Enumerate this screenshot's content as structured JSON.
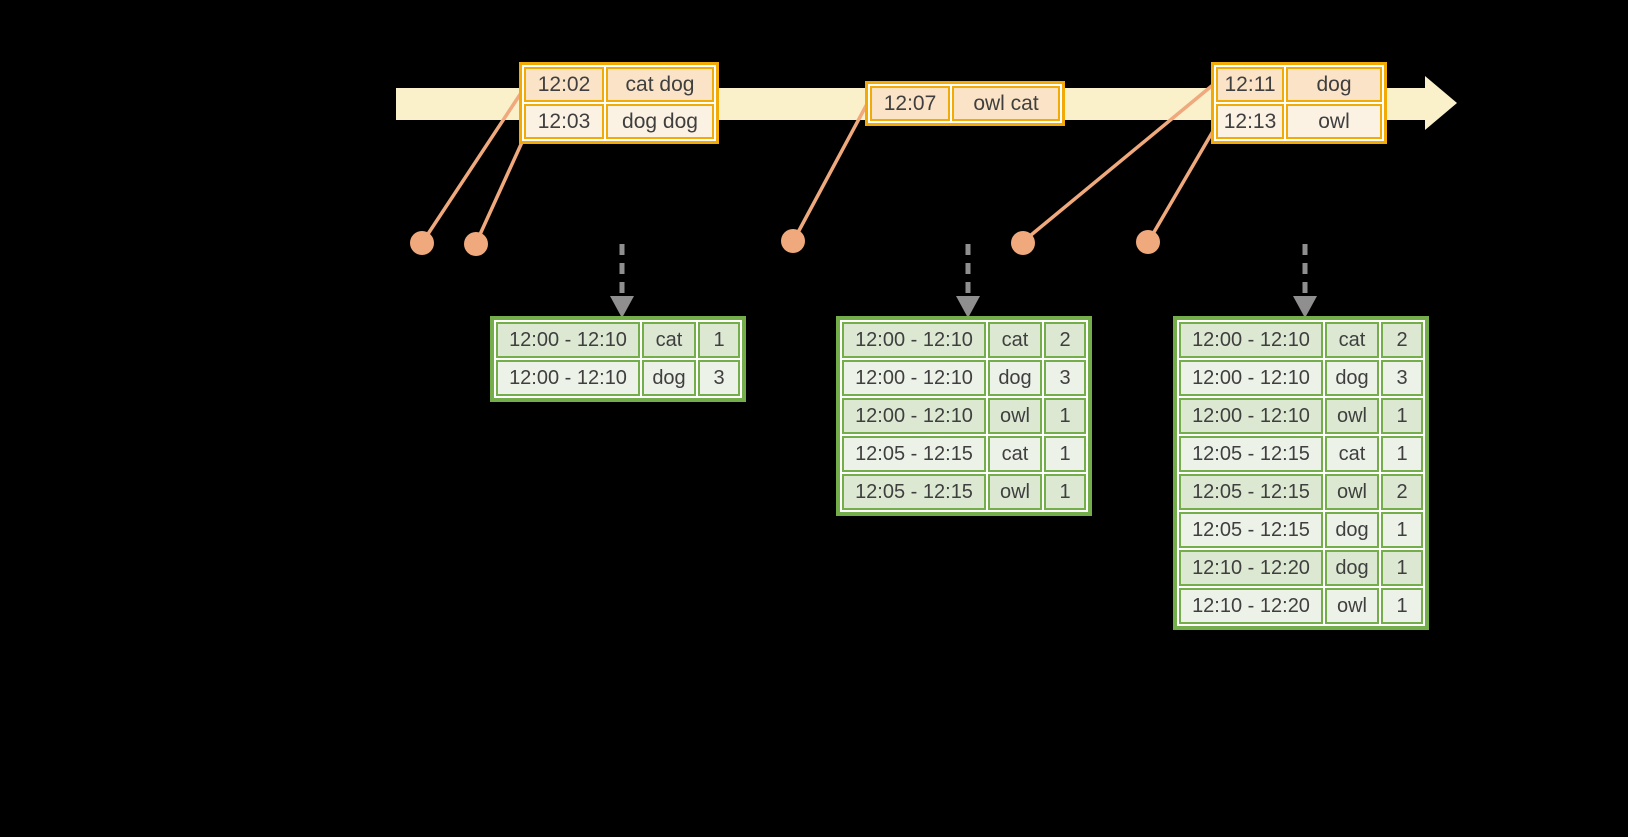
{
  "colors": {
    "background": "#000000",
    "timeline_fill": "#FAF0CA",
    "event_border": "#F2AB06",
    "event_row_a": "#FAE3C6",
    "event_row_b": "#FCF2E4",
    "connector": "#EFA97C",
    "trigger_arrow": "#8F8F8F",
    "result_border": "#74AE4B",
    "result_row_a": "#DCE8D2",
    "result_row_b": "#EDF2E9",
    "cell_text": "#3F3F3F",
    "table_gap": "#FFFFFF"
  },
  "icons": {
    "timeline_arrow": "right-arrowhead",
    "trigger_arrow": "dashed-down-arrow",
    "event_dot": "filled-circle"
  },
  "event_tables": [
    {
      "name": "events-at-12-02",
      "rows": [
        [
          "12:02",
          "cat dog"
        ],
        [
          "12:03",
          "dog dog"
        ]
      ]
    },
    {
      "name": "events-at-12-07",
      "rows": [
        [
          "12:07",
          "owl cat"
        ]
      ]
    },
    {
      "name": "events-at-12-11",
      "rows": [
        [
          "12:11",
          "dog"
        ],
        [
          "12:13",
          "owl"
        ]
      ]
    }
  ],
  "result_tables": [
    {
      "name": "result-table-1",
      "rows": [
        [
          "12:00 - 12:10",
          "cat",
          "1"
        ],
        [
          "12:00 - 12:10",
          "dog",
          "3"
        ]
      ]
    },
    {
      "name": "result-table-2",
      "rows": [
        [
          "12:00 - 12:10",
          "cat",
          "2"
        ],
        [
          "12:00 - 12:10",
          "dog",
          "3"
        ],
        [
          "12:00 - 12:10",
          "owl",
          "1"
        ],
        [
          "12:05 - 12:15",
          "cat",
          "1"
        ],
        [
          "12:05 - 12:15",
          "owl",
          "1"
        ]
      ]
    },
    {
      "name": "result-table-3",
      "rows": [
        [
          "12:00 - 12:10",
          "cat",
          "2"
        ],
        [
          "12:00 - 12:10",
          "dog",
          "3"
        ],
        [
          "12:00 - 12:10",
          "owl",
          "1"
        ],
        [
          "12:05 - 12:15",
          "cat",
          "1"
        ],
        [
          "12:05 - 12:15",
          "owl",
          "2"
        ],
        [
          "12:05 - 12:15",
          "dog",
          "1"
        ],
        [
          "12:10 - 12:20",
          "dog",
          "1"
        ],
        [
          "12:10 - 12:20",
          "owl",
          "1"
        ]
      ]
    }
  ]
}
